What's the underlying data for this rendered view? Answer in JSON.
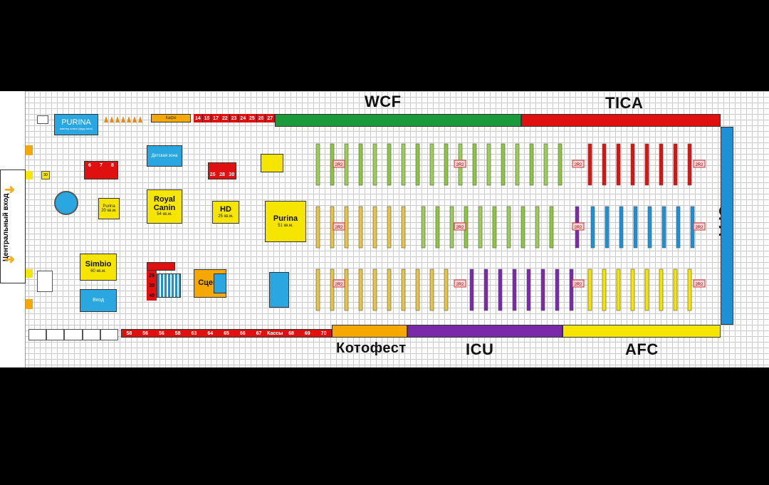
{
  "associations": {
    "wcf": {
      "label": "WCF",
      "color": "#1a9a3a"
    },
    "tica": {
      "label": "TICA",
      "color": "#e01010"
    },
    "cfa": {
      "label": "CFA",
      "color": "#1e90d6"
    },
    "kotofest": {
      "label": "Котофест",
      "color": "#f5a800"
    },
    "icu": {
      "label": "ICU",
      "color": "#7a2aa8"
    },
    "afc": {
      "label": "AFC",
      "color": "#f5e500"
    }
  },
  "entrance": {
    "label": "Центральный вход"
  },
  "sponsors": {
    "purina_top": {
      "label": "PURINA",
      "sub": "мастер-класс (фуд-зона)"
    },
    "purina_main": {
      "label": "Purina",
      "area": "51 кв.м."
    },
    "royal_canin": {
      "label": "Royal Canin",
      "area": "54 кв.м."
    },
    "hd": {
      "label": "HD",
      "area": "25 кв.м."
    },
    "simbio": {
      "label": "Simbio",
      "area": "60 кв.м."
    },
    "purina_small": {
      "label": "Purina",
      "area": "20 кв.м."
    },
    "kids_zone": {
      "label": "Детская зона"
    },
    "exit_box": {
      "label": "Вход"
    },
    "stage": {
      "label": "Сцена"
    },
    "cafe": {
      "label": "Кафе"
    }
  },
  "top_numbers": [
    "14",
    "15",
    "17",
    "22",
    "23",
    "24",
    "25",
    "26",
    "27"
  ],
  "bottom_numbers": [
    "58",
    "56",
    "56",
    "58",
    "63",
    "64",
    "65",
    "66",
    "67",
    "Кассы",
    "68",
    "69",
    "70"
  ],
  "left_cluster_a": [
    "6",
    "7",
    "8"
  ],
  "left_cluster_b": [
    "26",
    "28",
    "30"
  ],
  "left_cluster_c": [
    "29",
    "30",
    "40"
  ],
  "side_number": "30",
  "ring_tags": [
    "2R2",
    "2R2",
    "2R2",
    "2R2",
    "2R2",
    "2R2",
    "2R2",
    "2R2",
    "2R2",
    "2R2",
    "2R2",
    "2R2"
  ]
}
